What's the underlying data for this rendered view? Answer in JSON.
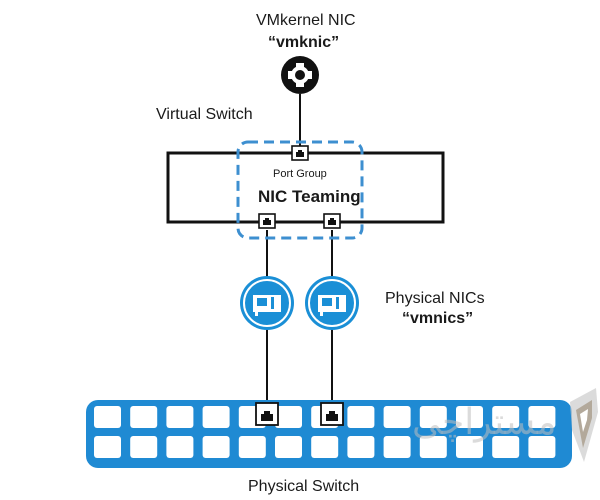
{
  "vmkernel_nic": {
    "title": "VMkernel NIC",
    "subtitle": "“vmknic”"
  },
  "virtual_switch": {
    "label": "Virtual Switch",
    "port_group_label": "Port Group",
    "teaming_label": "NIC Teaming"
  },
  "physical_nics": {
    "title": "Physical NICs",
    "subtitle": "“vmnics”"
  },
  "physical_switch": {
    "label": "Physical Switch"
  },
  "watermark": {
    "text": "مستراچی"
  },
  "colors": {
    "accent": "#1a8fd6",
    "port_fill": "#3a9fe3",
    "line": "#111111"
  },
  "icons": [
    "gear-icon",
    "nic-card-icon",
    "port-icon",
    "watermark-logo"
  ]
}
